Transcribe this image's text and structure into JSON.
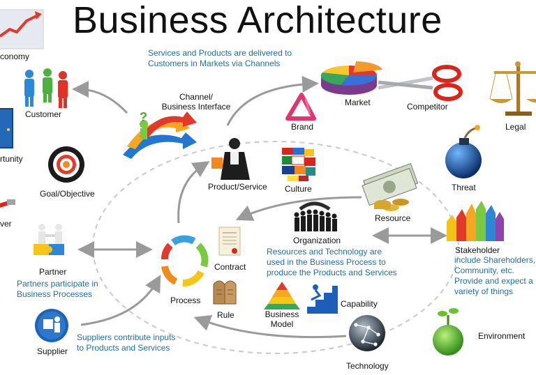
{
  "title": "Business Architecture",
  "colors": {
    "accent_text": "#1f6fa3",
    "arrow": "#9a9a9a",
    "dashed_ring": "#c8c8c8"
  },
  "notes": {
    "services": [
      "Services and Products are delivered to",
      "Customers in Markets via Channels"
    ],
    "resources": [
      "Resources and Technology are",
      "used in the Business Process to",
      "produce the Products and Services"
    ],
    "partners": [
      "Partners participate in",
      "Business Processes"
    ],
    "suppliers": [
      "Suppliers contribute inputs",
      "to Products and Services"
    ],
    "stakeholder": [
      "include Shareholders,",
      "Community, etc.",
      "Provide and expect a",
      "variety of things"
    ]
  },
  "labels": {
    "economy": "conomy",
    "customer": "Customer",
    "channel": [
      "Channel/",
      "Business Interface"
    ],
    "market": "Market",
    "competitor": "Competitor",
    "legal": "Legal",
    "brand": "Brand",
    "opportunity": "rtunity",
    "goal": "Goal/Objective",
    "product": "Product/Service",
    "culture": "Culture",
    "threat": "Threat",
    "power": "ver",
    "organization": "Organization",
    "resource": "Resource",
    "partner": "Partner",
    "contract": "Contract",
    "stakeholder": "Stakeholder",
    "process": "Process",
    "rule": "Rule",
    "business_model": [
      "Business",
      "Model"
    ],
    "capability": "Capability",
    "environment": "Environment",
    "supplier": "Supplier",
    "technology": "Technology"
  },
  "icons": {
    "economy": "economy-chart-icon",
    "customer": "customer-people-icon",
    "channel": "channel-arrows-icon",
    "market": "market-pie-icon",
    "competitor": "competitor-scissors-icon",
    "legal": "legal-scales-icon",
    "brand": "brand-triangle-icon",
    "opportunity": "opportunity-door-icon",
    "goal": "goal-target-icon",
    "product": "product-person-icon",
    "culture": "culture-globe-icon",
    "threat": "threat-bomb-icon",
    "power": "power-cable-icon",
    "organization": "organization-people-icon",
    "resource": "resource-money-icon",
    "partner": "partner-puzzle-icon",
    "contract": "contract-document-icon",
    "stakeholder": "stakeholder-hands-icon",
    "process": "process-cycle-icon",
    "rule": "rule-tablets-icon",
    "business_model": "business-model-pyramid-icon",
    "capability": "capability-stairs-icon",
    "environment": "environment-globe-icon",
    "supplier": "supplier-badge-icon",
    "technology": "technology-globe-icon"
  }
}
